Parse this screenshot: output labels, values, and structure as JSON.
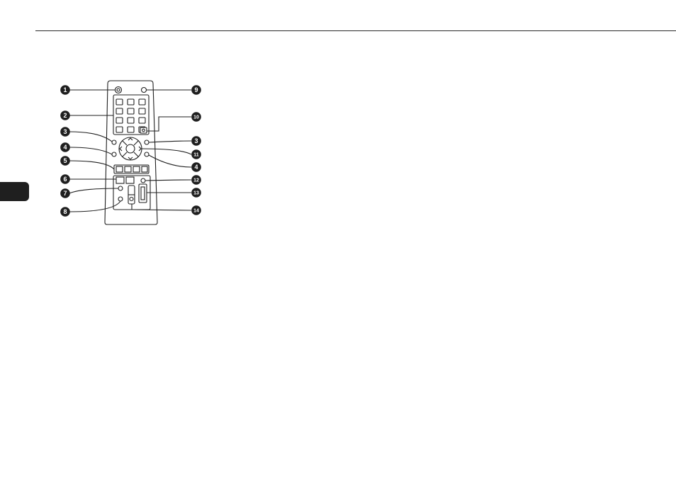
{
  "callouts": {
    "left": [
      "1",
      "2",
      "3",
      "4",
      "5",
      "6",
      "7",
      "8"
    ],
    "right": [
      "9",
      "10",
      "3",
      "11",
      "4",
      "12",
      "13",
      "14"
    ]
  },
  "colors": {
    "ink": "#1f1f1f",
    "line": "#2a2a2a",
    "button_fill": "#ffffff",
    "body_fill": "#ffffff"
  }
}
